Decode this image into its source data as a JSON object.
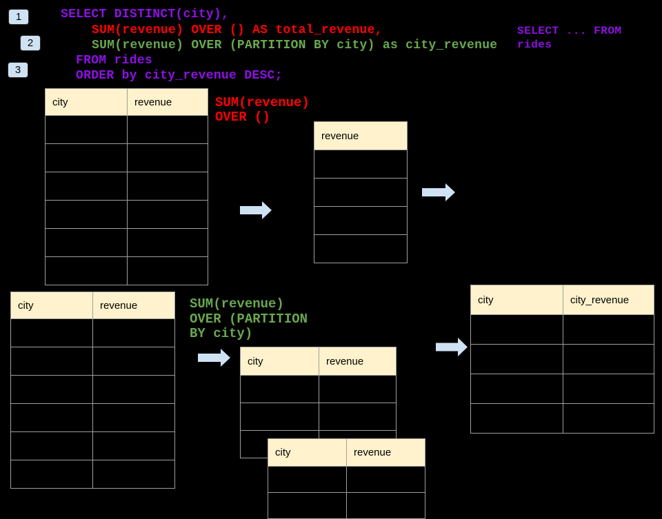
{
  "colors": {
    "background": "#000000",
    "sql_purple": "#8E10E6",
    "sql_red": "#FF0000",
    "sql_green": "#6AA84F",
    "arrow_blue": "#CFE2F3",
    "badge_blue": "#CFE2F3",
    "table_header_bg": "#FFF2CC",
    "table_border": "#A0A0A0"
  },
  "badges": [
    {
      "label": "1"
    },
    {
      "label": "2"
    },
    {
      "label": "3"
    }
  ],
  "code": {
    "lines": [
      {
        "text": "SELECT DISTINCT(city),"
      },
      {
        "text": "SUM(revenue) OVER () AS total_revenue,"
      },
      {
        "text": "SUM(revenue) OVER (PARTITION BY city) as city_revenue"
      },
      {
        "text": "FROM rides"
      },
      {
        "text": "ORDER by city_revenue DESC;"
      }
    ]
  },
  "annotations": {
    "select_from": "SELECT ... FROM\nrides",
    "total_revenue": "SUM(revenue)\nOVER ()",
    "partition": "SUM(revenue)\nOVER (PARTITION\nBY city)"
  },
  "tables": {
    "rides_top": {
      "columns": [
        "city",
        "revenue"
      ],
      "empty_rows": 6
    },
    "total_output": {
      "columns": [
        "revenue"
      ],
      "empty_rows": 4
    },
    "rides_bottom": {
      "columns": [
        "city",
        "revenue"
      ],
      "empty_rows": 6
    },
    "partition_input": {
      "columns": [
        "city",
        "revenue"
      ],
      "empty_rows": 3
    },
    "partition_overlay": {
      "columns": [
        "city",
        "revenue"
      ],
      "empty_rows": 2
    },
    "result": {
      "columns": [
        "city",
        "city_revenue"
      ],
      "empty_rows": 4
    }
  }
}
